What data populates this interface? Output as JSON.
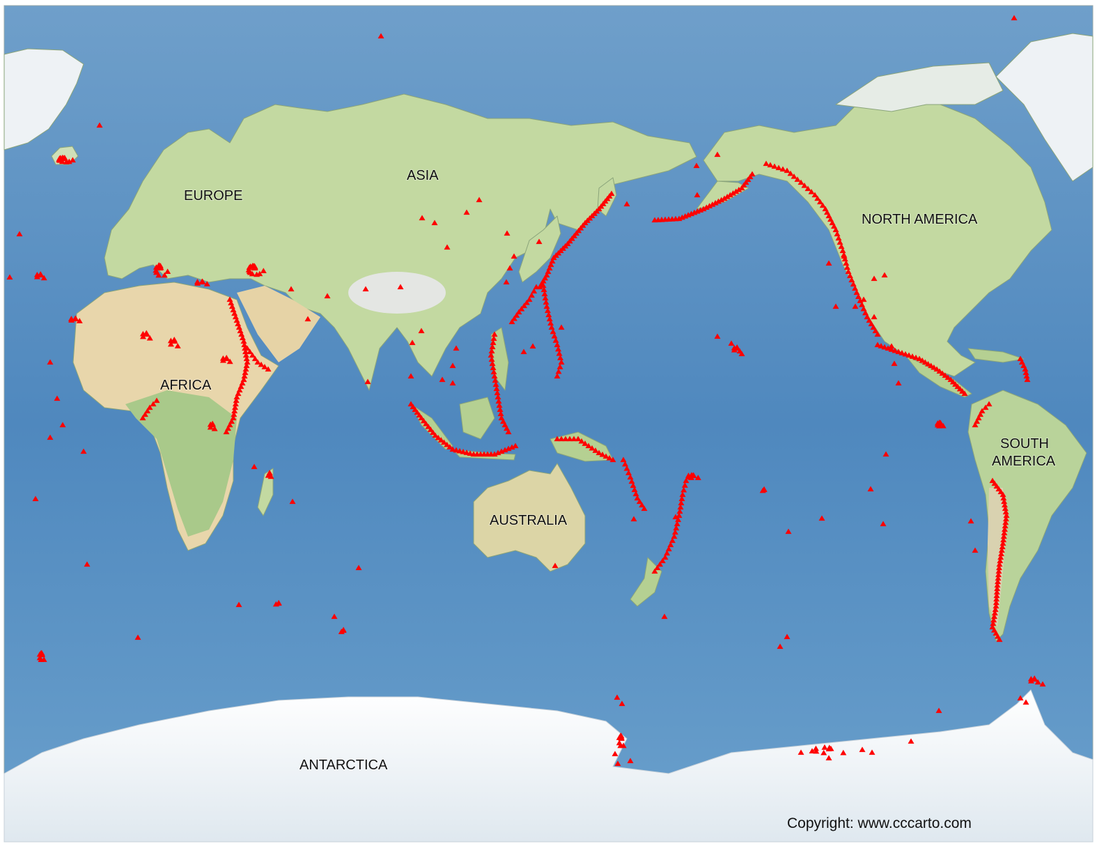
{
  "map": {
    "labels": {
      "europe": "EUROPE",
      "asia": "ASIA",
      "africa": "AFRICA",
      "north_america": "NORTH AMERICA",
      "south_america_1": "SOUTH",
      "south_america_2": "AMERICA",
      "australia": "AUSTRALIA",
      "antarctica": "ANTARCTICA"
    },
    "copyright": "Copyright: www.cccarto.com",
    "colors": {
      "ocean": "#5b8fbf",
      "land_green": "#b9d39a",
      "land_desert": "#e9d6ac",
      "ice": "#eef3f7",
      "volcano": "#ff0000"
    },
    "marker_icon": "volcano-triangle-icon"
  }
}
